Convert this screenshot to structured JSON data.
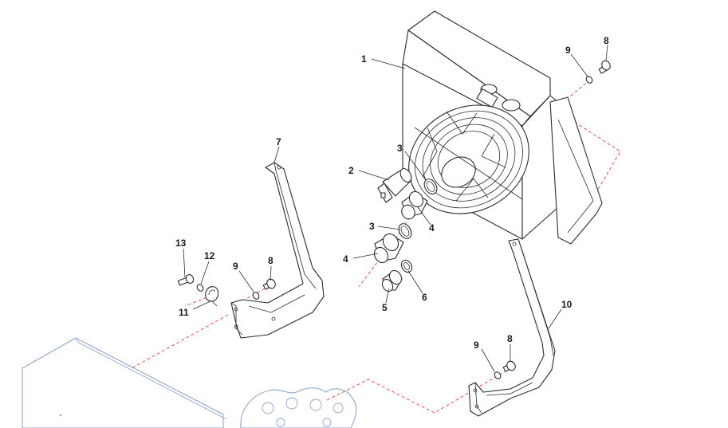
{
  "diagram": {
    "callouts": {
      "c1": "1",
      "c2": "2",
      "c3a": "3",
      "c3b": "3",
      "c4a": "4",
      "c4b": "4",
      "c5": "5",
      "c6": "6",
      "c7": "7",
      "c8a": "8",
      "c8b": "8",
      "c8c": "8",
      "c9a": "9",
      "c9b": "9",
      "c9c": "9",
      "c10": "10",
      "c11": "11",
      "c12": "12",
      "c13": "13"
    },
    "colors": {
      "assembly_line": "#e0463c",
      "reference_parts": "#8fa6cf",
      "outline": "#2b2b2b"
    }
  }
}
